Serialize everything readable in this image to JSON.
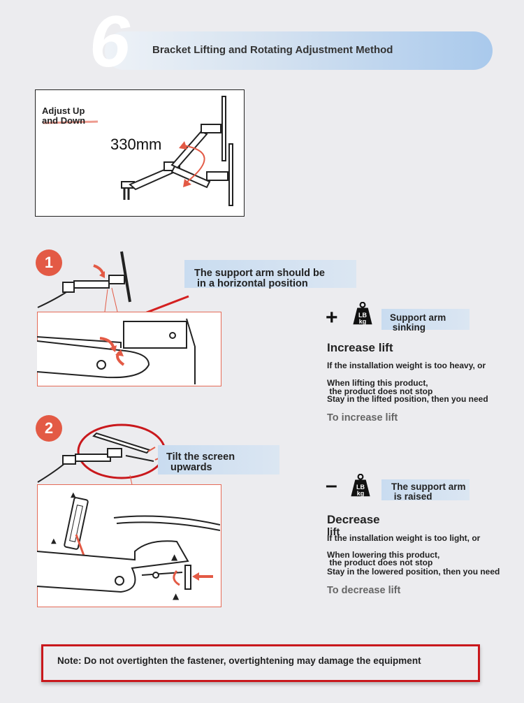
{
  "header": {
    "step_number": "6",
    "title": "Bracket Lifting and Rotating Adjustment Method"
  },
  "diagram1": {
    "adjust_line1": "Adjust Up",
    "adjust_line2": "and Down",
    "range": "330mm"
  },
  "step1": {
    "number": "1",
    "callout_line1": "The support arm should be",
    "callout_line2": " in a horizontal position"
  },
  "step2": {
    "number": "2",
    "callout_line1": "Tilt the screen",
    "callout_line2": "upwards"
  },
  "increase": {
    "symbol": "+",
    "weight_line1": "LB",
    "weight_line2": "kg",
    "badge_line1": "Support arm",
    "badge_line2": " sinking",
    "heading": "Increase lift",
    "line1": "If the installation weight is too heavy, or",
    "line2": "When lifting this product,",
    "line3": " the product does not stop",
    "line4": "Stay in the lifted position, then you need",
    "action": "To increase lift"
  },
  "decrease": {
    "symbol": "–",
    "weight_line1": "LB",
    "weight_line2": "kg",
    "badge_line1": "The support arm",
    "badge_line2": " is raised",
    "heading_line1": "Decrease",
    "heading_line2": "lift",
    "line1": "If the installation weight is too light, or",
    "line2": "When lowering this product,",
    "line3": " the product does not stop",
    "line4": "Stay in the lowered position, then you need",
    "action": "To decrease lift"
  },
  "note": {
    "text": "Note: Do not overtighten the fastener, overtightening may damage the equipment"
  },
  "colors": {
    "accent_red": "#e35a45",
    "note_border": "#c9181c",
    "header_blue": "#a9c9ec"
  }
}
